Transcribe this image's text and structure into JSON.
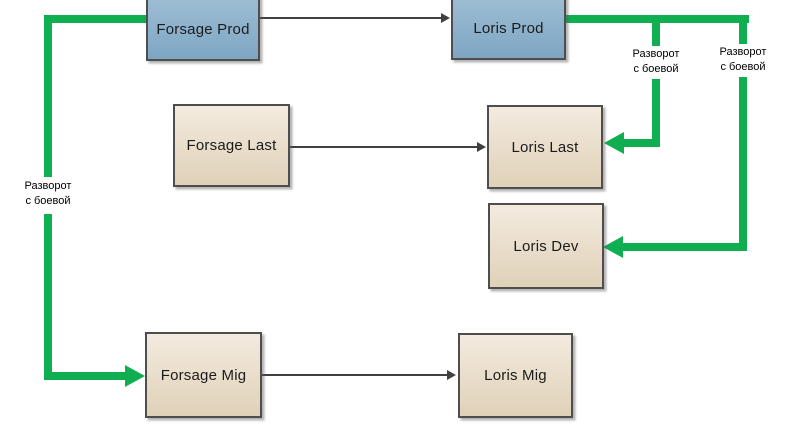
{
  "diagram": {
    "nodes": [
      {
        "id": "forsage-prod",
        "label": "Forsage Prod",
        "type": "prod"
      },
      {
        "id": "loris-prod",
        "label": "Loris Prod",
        "type": "prod"
      },
      {
        "id": "forsage-last",
        "label": "Forsage Last",
        "type": "env"
      },
      {
        "id": "loris-last",
        "label": "Loris Last",
        "type": "env"
      },
      {
        "id": "loris-dev",
        "label": "Loris Dev",
        "type": "env"
      },
      {
        "id": "forsage-mig",
        "label": "Forsage Mig",
        "type": "env"
      },
      {
        "id": "loris-mig",
        "label": "Loris Mig",
        "type": "env"
      }
    ],
    "edge_labels": [
      {
        "id": "left-flow-label",
        "text": "Разворот\nс боевой"
      },
      {
        "id": "to-last-flow-label",
        "text": "Разворот\nс боевой"
      },
      {
        "id": "to-dev-flow-label",
        "text": "Разворот\nс боевой"
      }
    ]
  },
  "colors": {
    "green": "#0fae51",
    "connector": "#404040",
    "border": "#4e4e4e",
    "text": "#1b1b1b",
    "node_blue_top": "#a9c5d9",
    "node_blue_bottom": "#7da6c4",
    "node_tan_top": "#f3ebdf",
    "node_tan_bottom": "#e0d1b8"
  }
}
